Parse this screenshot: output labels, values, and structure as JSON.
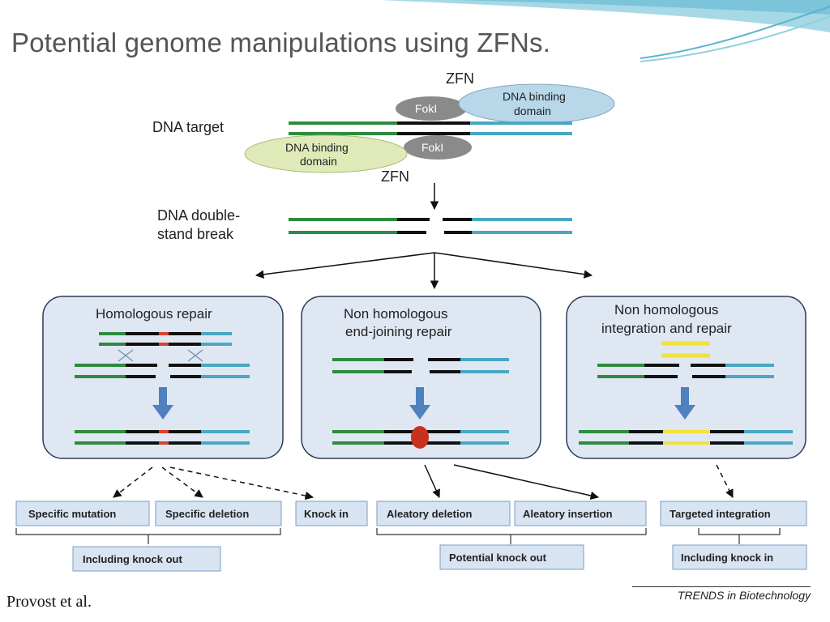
{
  "title": "Potential genome manipulations using ZFNs.",
  "diagram": {
    "zfn_top": "ZFN",
    "zfn_bottom": "ZFN",
    "fokl": "FokI",
    "dna_binding_domain": [
      "DNA binding",
      "domain"
    ],
    "dna_target": "DNA target",
    "dsb_label": [
      "DNA  double-",
      "stand break"
    ],
    "pathways": [
      {
        "title": [
          "Homologous repair"
        ]
      },
      {
        "title": [
          "Non homologous",
          "end-joining repair"
        ]
      },
      {
        "title": [
          "Non homologous",
          "integration and repair"
        ]
      }
    ],
    "outcomes": {
      "specific_mutation": "Specific mutation",
      "specific_deletion": "Specific deletion",
      "knock_in": "Knock in",
      "aleatory_deletion": "Aleatory deletion",
      "aleatory_insertion": "Aleatory insertion",
      "targeted_integration": "Targeted integration",
      "including_knock_out": "Including knock out",
      "potential_knock_out": "Potential knock out",
      "including_knock_in": "Including knock in"
    }
  },
  "citation": "Provost et al.",
  "source": "TRENDS in Biotechnology",
  "colors": {
    "green": "#2e8b3e",
    "blue": "#4aa7c4",
    "black": "#111111",
    "red": "#d9432e",
    "yellow": "#f2e23a",
    "panel": "#dfe7f3",
    "outcome": "#d8e4f2"
  }
}
